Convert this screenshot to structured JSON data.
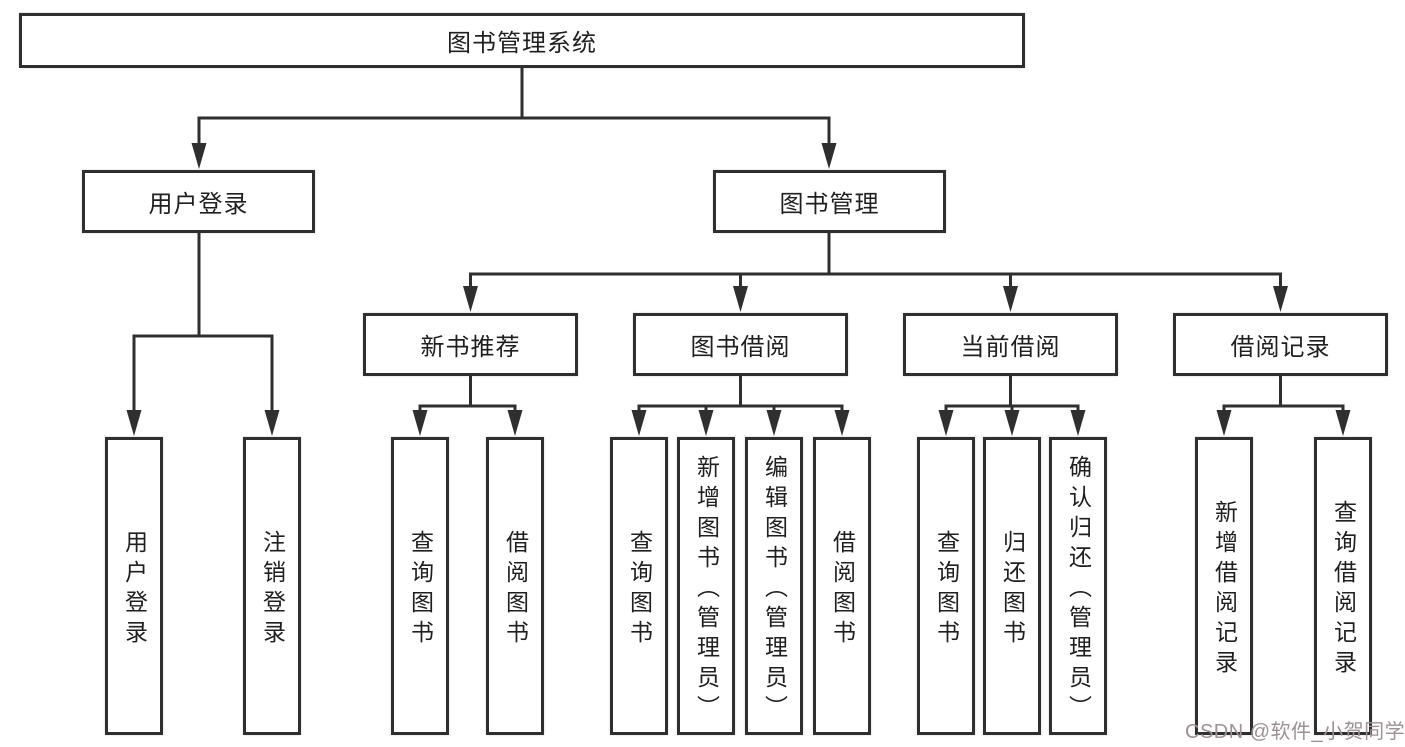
{
  "diagram": {
    "root": "图书管理系统",
    "level1": [
      "用户登录",
      "图书管理"
    ],
    "level2": [
      "新书推荐",
      "图书借阅",
      "当前借阅",
      "借阅记录"
    ],
    "leaves": [
      "用户登录",
      "注销登录",
      "查询图书",
      "借阅图书",
      "查询图书",
      "新增图书（管理员）",
      "编辑图书（管理员）",
      "借阅图书",
      "查询图书",
      "归还图书",
      "确认归还（管理员）",
      "新增借阅记录",
      "查询借阅记录"
    ]
  },
  "watermark": "CSDN @软件_小贺同学",
  "colors": {
    "line": "#2f2f2f",
    "text": "#1f1f1f",
    "background": "#ffffff",
    "watermark": "#9e9193"
  }
}
